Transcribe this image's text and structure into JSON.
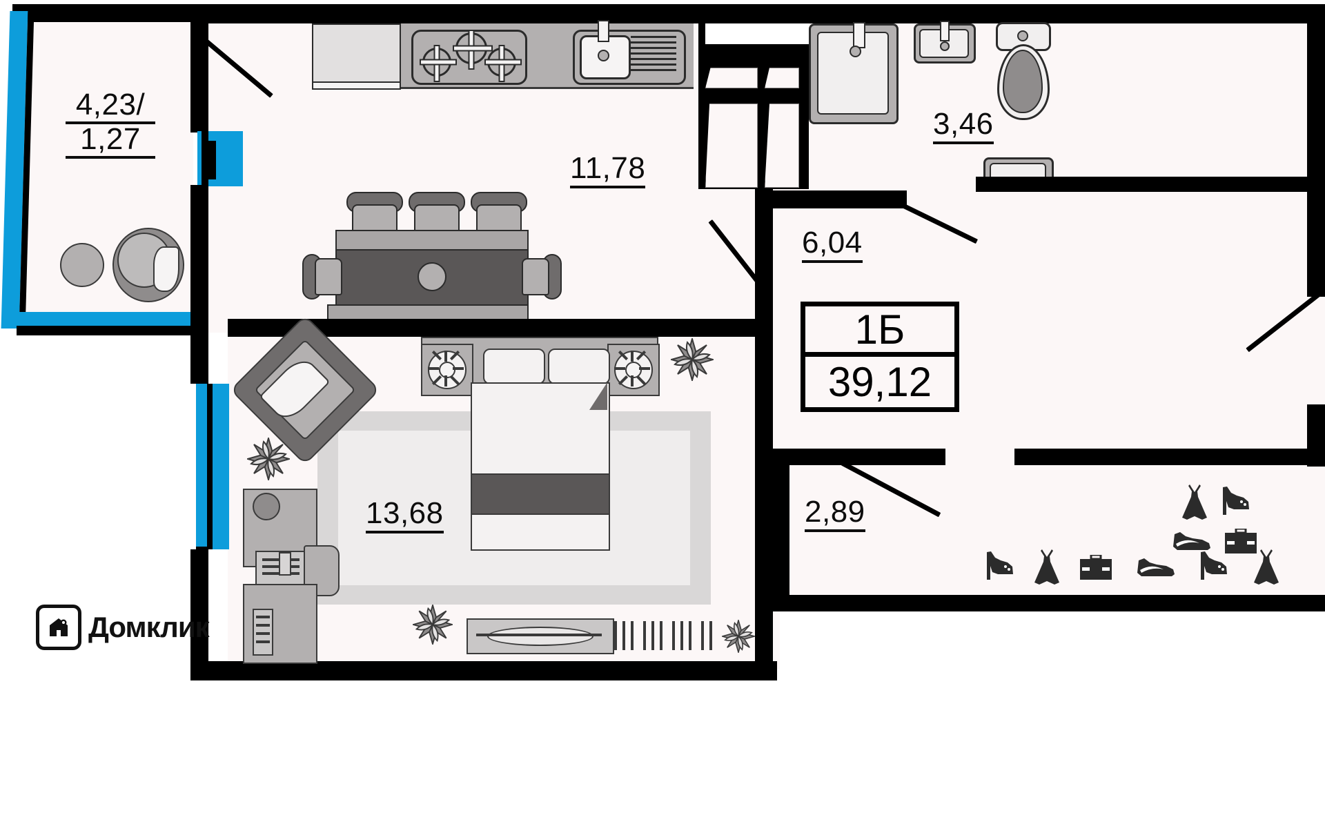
{
  "plan": {
    "unit_label": "1Б",
    "total_area": "39,12",
    "rooms": [
      {
        "name": "balcony",
        "label_line1": "4,23/",
        "label_line2": "1,27"
      },
      {
        "name": "kitchen-living",
        "label": "11,78"
      },
      {
        "name": "bathroom",
        "label": "3,46"
      },
      {
        "name": "hall",
        "label": "6,04"
      },
      {
        "name": "bedroom",
        "label": "13,68"
      },
      {
        "name": "wardrobe",
        "label": "2,89"
      }
    ]
  },
  "logo": {
    "brand": "Домклик"
  },
  "icons": {
    "wardrobe_items": [
      "dress-icon",
      "high-heel-icon",
      "sneaker-icon",
      "briefcase-icon",
      "high-heel-icon",
      "dress-icon",
      "briefcase-icon",
      "sneaker-icon",
      "high-heel-icon",
      "dress-icon"
    ],
    "kitchen": [
      "fridge-icon",
      "stove-icon",
      "sink-icon"
    ],
    "bathroom": [
      "shower-tray-icon",
      "washbasin-icon",
      "toilet-icon",
      "cabinet-icon"
    ],
    "bedroom": [
      "bed-icon",
      "nightstand-icon",
      "tv-bench-icon",
      "plant-icon"
    ],
    "living": [
      "dining-table-icon",
      "armchair-icon",
      "desk-icon",
      "computer-icon"
    ]
  },
  "colors": {
    "wall": "#000000",
    "floor": "#fcf7f7",
    "glazing": "#0d9ddb",
    "furniture_mid": "#b3b0b0",
    "furniture_dark": "#5a5757"
  }
}
